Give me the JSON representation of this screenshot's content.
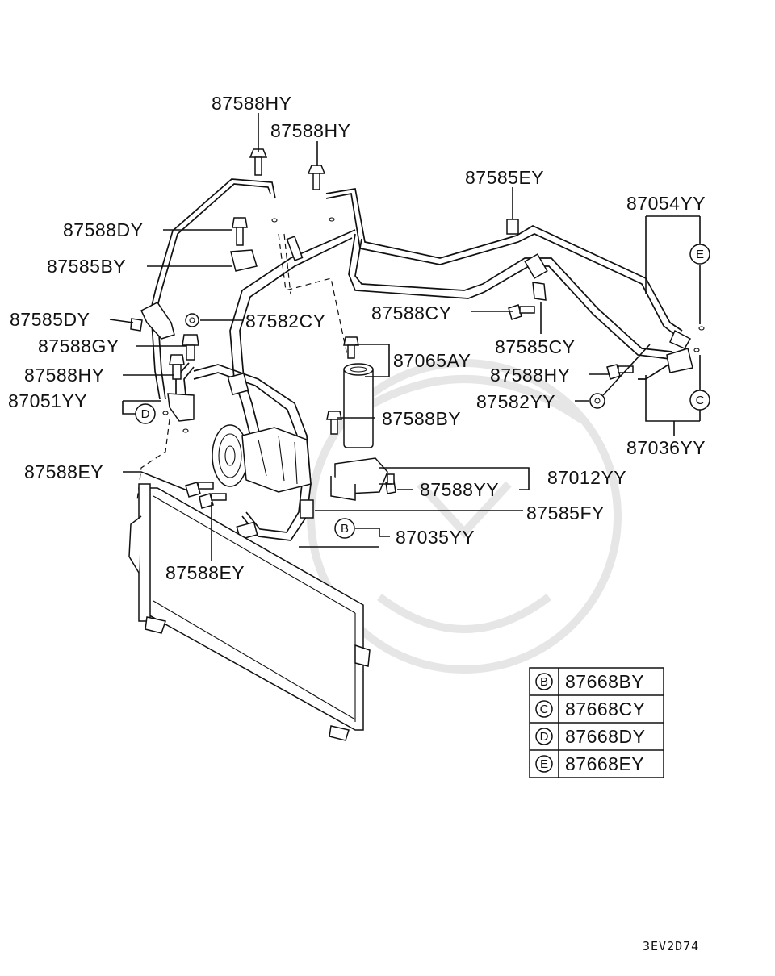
{
  "parts": {
    "p87588HY_a": "87588HY",
    "p87588HY_b": "87588HY",
    "p87585EY": "87585EY",
    "p87054YY": "87054YY",
    "p87588DY": "87588DY",
    "p87585BY": "87585BY",
    "p87585DY": "87585DY",
    "p87582CY": "87582CY",
    "p87588CY": "87588CY",
    "p87588GY": "87588GY",
    "p87065AY": "87065AY",
    "p87585CY": "87585CY",
    "p87588HY_c": "87588HY",
    "p87588HY_d": "87588HY",
    "p87051YY": "87051YY",
    "p87582YY": "87582YY",
    "p87588BY": "87588BY",
    "p87036YY": "87036YY",
    "p87588EY_a": "87588EY",
    "p87012YY": "87012YY",
    "p87588YY": "87588YY",
    "p87585FY": "87585FY",
    "p87035YY": "87035YY",
    "p87588EY_b": "87588EY"
  },
  "markers": {
    "E": "E",
    "C": "C",
    "D": "D",
    "B": "B"
  },
  "legend": [
    {
      "mark": "B",
      "code": "87668BY"
    },
    {
      "mark": "C",
      "code": "87668CY"
    },
    {
      "mark": "D",
      "code": "87668DY"
    },
    {
      "mark": "E",
      "code": "87668EY"
    }
  ],
  "diagram_code": "3EV2D74"
}
